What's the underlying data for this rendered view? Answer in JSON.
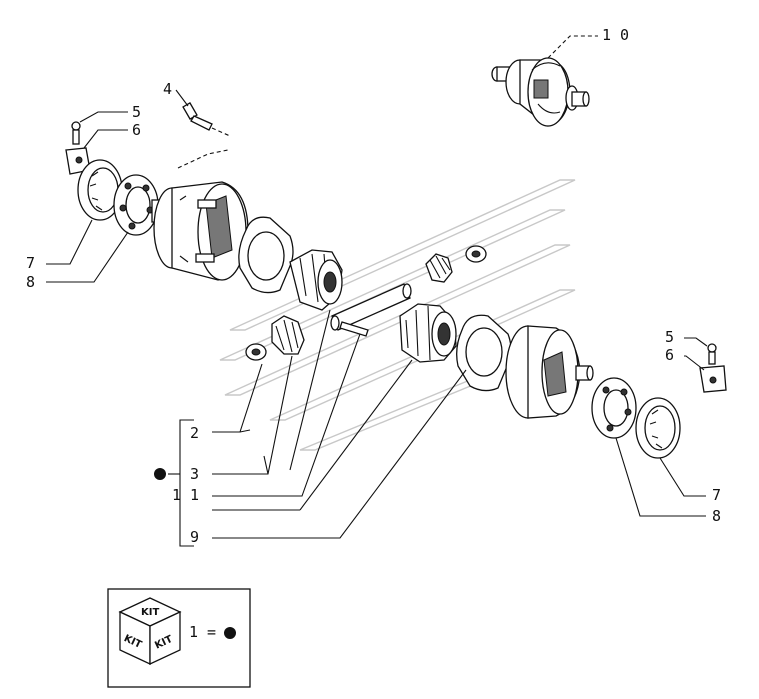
{
  "callouts": {
    "c10": "1 0",
    "c4": "4",
    "c5_top": "5",
    "c6_top": "6",
    "c7_left": "7",
    "c8_left": "8",
    "c5_right": "5",
    "c6_right": "6",
    "c7_right": "7",
    "c8_right": "8",
    "c2": "2",
    "c3": "3",
    "c11": "1 1",
    "c9": "9"
  },
  "legend": {
    "kit_top": "KIT",
    "kit_left": "KIT",
    "kit_right": "KIT",
    "equation": "1 ="
  }
}
